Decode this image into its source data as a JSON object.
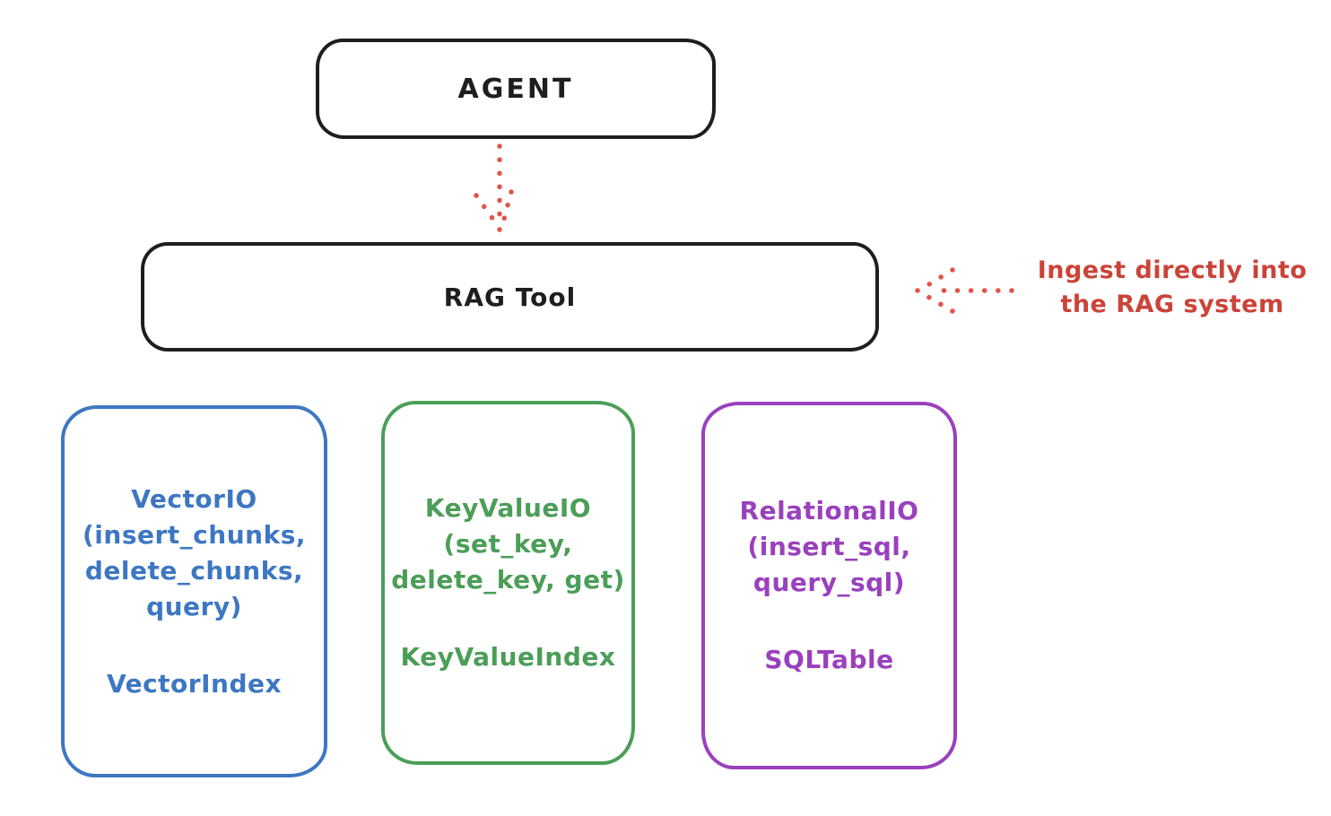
{
  "diagram": {
    "agent_box": {
      "label": "AGENT"
    },
    "rag_tool_box": {
      "label": "RAG Tool"
    },
    "annotation": {
      "line1": "Ingest directly into",
      "line2": "the RAG system"
    },
    "arrows": [
      {
        "id": "agent-to-rag",
        "style": "dotted",
        "direction": "down"
      },
      {
        "id": "ingest-into-rag",
        "style": "dotted",
        "direction": "left"
      }
    ],
    "io_boxes": [
      {
        "id": "vector-io",
        "lines": [
          "VectorIO",
          "(insert_chunks,",
          "delete_chunks,",
          "query)"
        ],
        "index_label": "VectorIndex",
        "color": "#3d77c2"
      },
      {
        "id": "keyvalue-io",
        "lines": [
          "KeyValueIO",
          "(set_key,",
          "delete_key, get)"
        ],
        "index_label": "KeyValueIndex",
        "color": "#4b9e58"
      },
      {
        "id": "relational-io",
        "lines": [
          "RelationalIO",
          "(insert_sql,",
          "query_sql)"
        ],
        "index_label": "SQLTable",
        "color": "#9a40bd"
      }
    ],
    "colors": {
      "ink": "#1e1e1e",
      "arrow_red": "#e05449",
      "annotation_red": "#cb4338",
      "background": "#ffffff"
    }
  }
}
